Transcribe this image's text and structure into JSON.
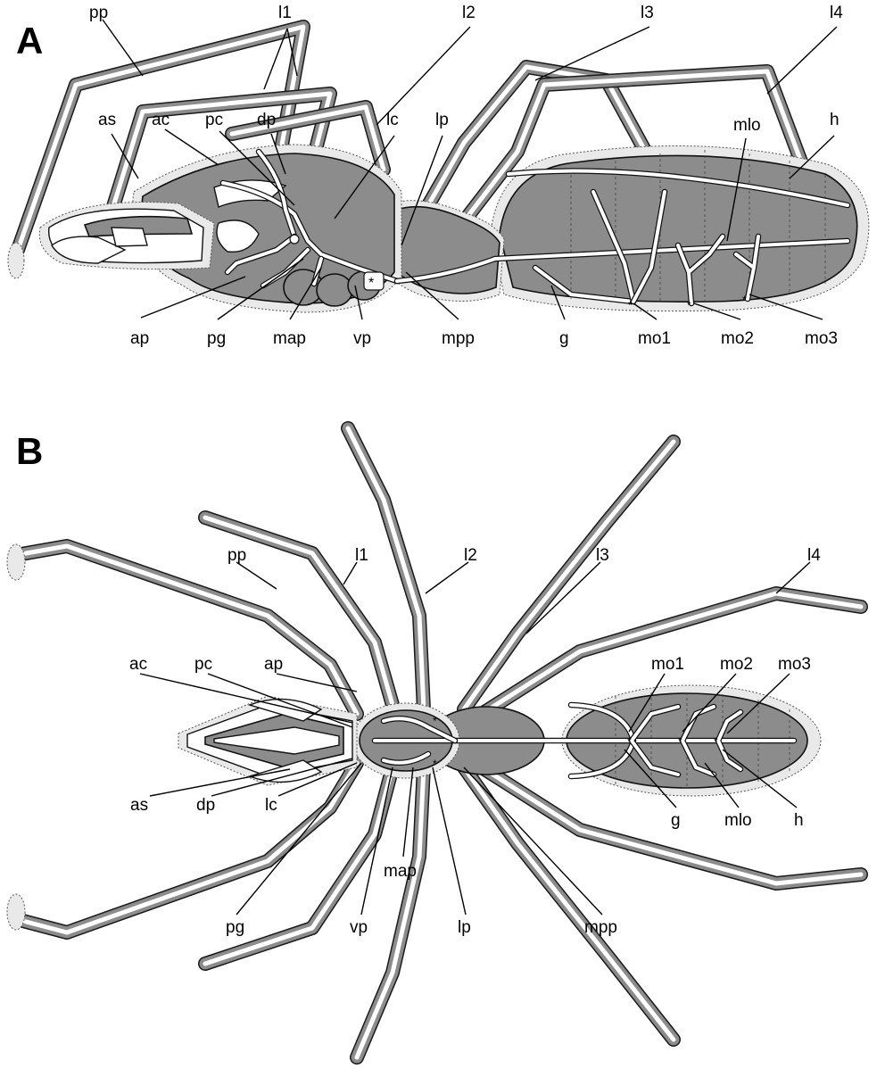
{
  "panels": {
    "a": {
      "letter": "A",
      "labels": {
        "pp": "pp",
        "l1": "l1",
        "l2": "l2",
        "l3": "l3",
        "l4": "l4",
        "as": "as",
        "ac": "ac",
        "pc": "pc",
        "dp": "dp",
        "lc": "lc",
        "lp": "lp",
        "mlo": "mlo",
        "h": "h",
        "ap": "ap",
        "pg": "pg",
        "map": "map",
        "vp": "vp",
        "mpp": "mpp",
        "g": "g",
        "mo1": "mo1",
        "mo2": "mo2",
        "mo3": "mo3"
      }
    },
    "b": {
      "letter": "B",
      "labels": {
        "pp": "pp",
        "l1": "l1",
        "l2": "l2",
        "l3": "l3",
        "l4": "l4",
        "ac": "ac",
        "pc": "pc",
        "ap": "ap",
        "mo1": "mo1",
        "mo2": "mo2",
        "mo3": "mo3",
        "as": "as",
        "dp": "dp",
        "lc": "lc",
        "g": "g",
        "mlo": "mlo",
        "h": "h",
        "map": "map",
        "pg": "pg",
        "vp": "vp",
        "lp": "lp",
        "mpp": "mpp"
      }
    }
  },
  "colors": {
    "tissue": "#8c8c8c",
    "vessel": "#ffffff",
    "outline": "#111111",
    "halo": "#e9e9e9"
  }
}
